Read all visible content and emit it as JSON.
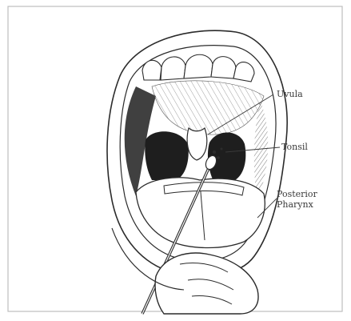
{
  "labels": {
    "uvula": "Uvula",
    "tonsil": "Tonsil",
    "posterior_pharynx_line1": "Posterior",
    "posterior_pharynx_line2": "Pharynx"
  },
  "colors": {
    "ink": "#2b2b2b",
    "shadow": "#1e1e1e",
    "paper": "#ffffff",
    "frame": "#bdbdbd"
  }
}
